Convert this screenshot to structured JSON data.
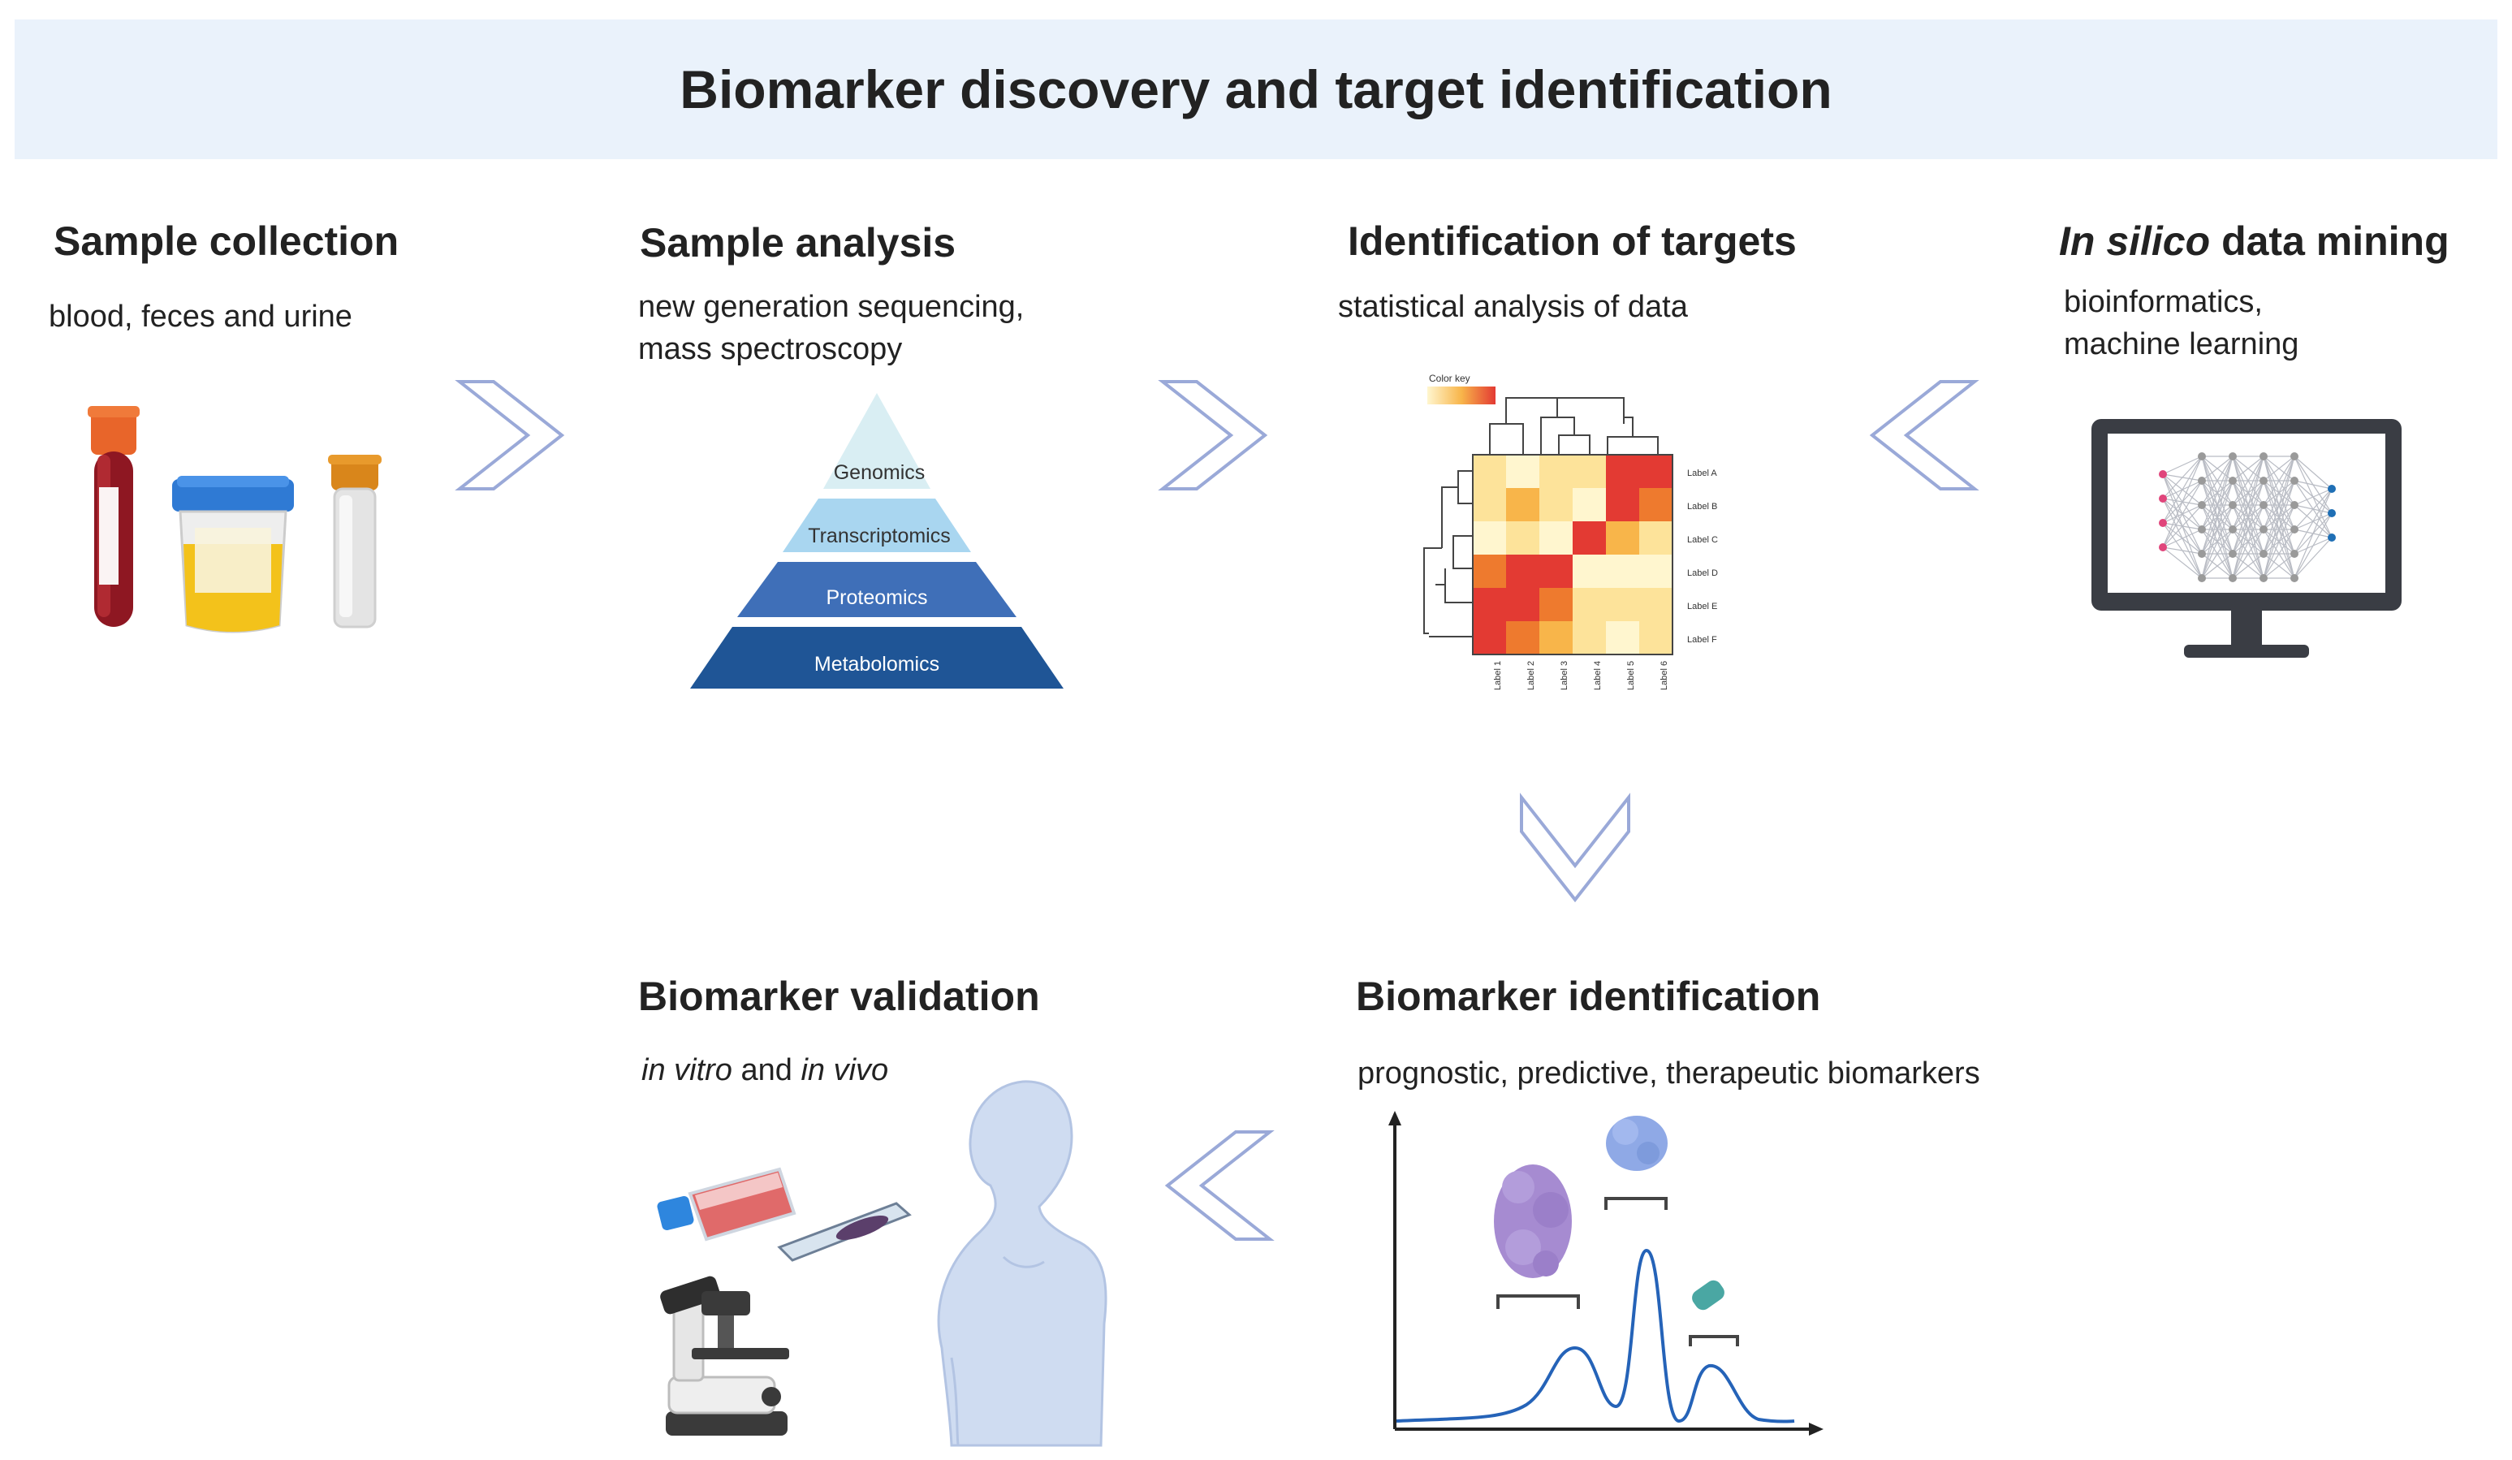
{
  "title": "Biomarker discovery and target identification",
  "stages": {
    "sample_collection": {
      "title": "Sample collection",
      "desc": "blood, feces and urine"
    },
    "sample_analysis": {
      "title": "Sample analysis",
      "desc_line1": "new generation sequencing,",
      "desc_line2": "mass spectroscopy",
      "pyramid": [
        "Genomics",
        "Transcriptomics",
        "Proteomics",
        "Metabolomics"
      ]
    },
    "identification_targets": {
      "title": "Identification of targets",
      "desc": "statistical analysis of data",
      "heatmap": {
        "color_key_label": "Color key",
        "row_labels": [
          "Label A",
          "Label B",
          "Label C",
          "Label D",
          "Label E",
          "Label F"
        ],
        "col_labels": [
          "Label 1",
          "Label 2",
          "Label 3",
          "Label 4",
          "Label 5",
          "Label 6"
        ]
      }
    },
    "in_silico": {
      "title_italic": "In silico",
      "title_rest": " data mining",
      "desc_line1": "bioinformatics,",
      "desc_line2": "machine learning"
    },
    "biomarker_identification": {
      "title": "Biomarker identification",
      "desc": "prognostic, predictive, therapeutic biomarkers"
    },
    "biomarker_validation": {
      "title": "Biomarker validation",
      "desc_italic1": "in vitro",
      "desc_and": " and ",
      "desc_italic2": "in vivo"
    }
  },
  "colors": {
    "banner": "#eaf2fb",
    "arrow_stroke": "#9aa9d8",
    "pyramid": [
      "#d9eef3",
      "#a9d6f0",
      "#3f6fb8",
      "#1f5596"
    ],
    "heat_low": "#fff6cf",
    "heat_high": "#e33a33"
  },
  "icons": [
    "blood-tube-icon",
    "urine-cup-icon",
    "sample-tube-icon",
    "monitor-network-icon",
    "protein-icon",
    "cell-culture-flask-icon",
    "microscope-slide-icon",
    "microscope-icon",
    "human-figure-icon"
  ]
}
